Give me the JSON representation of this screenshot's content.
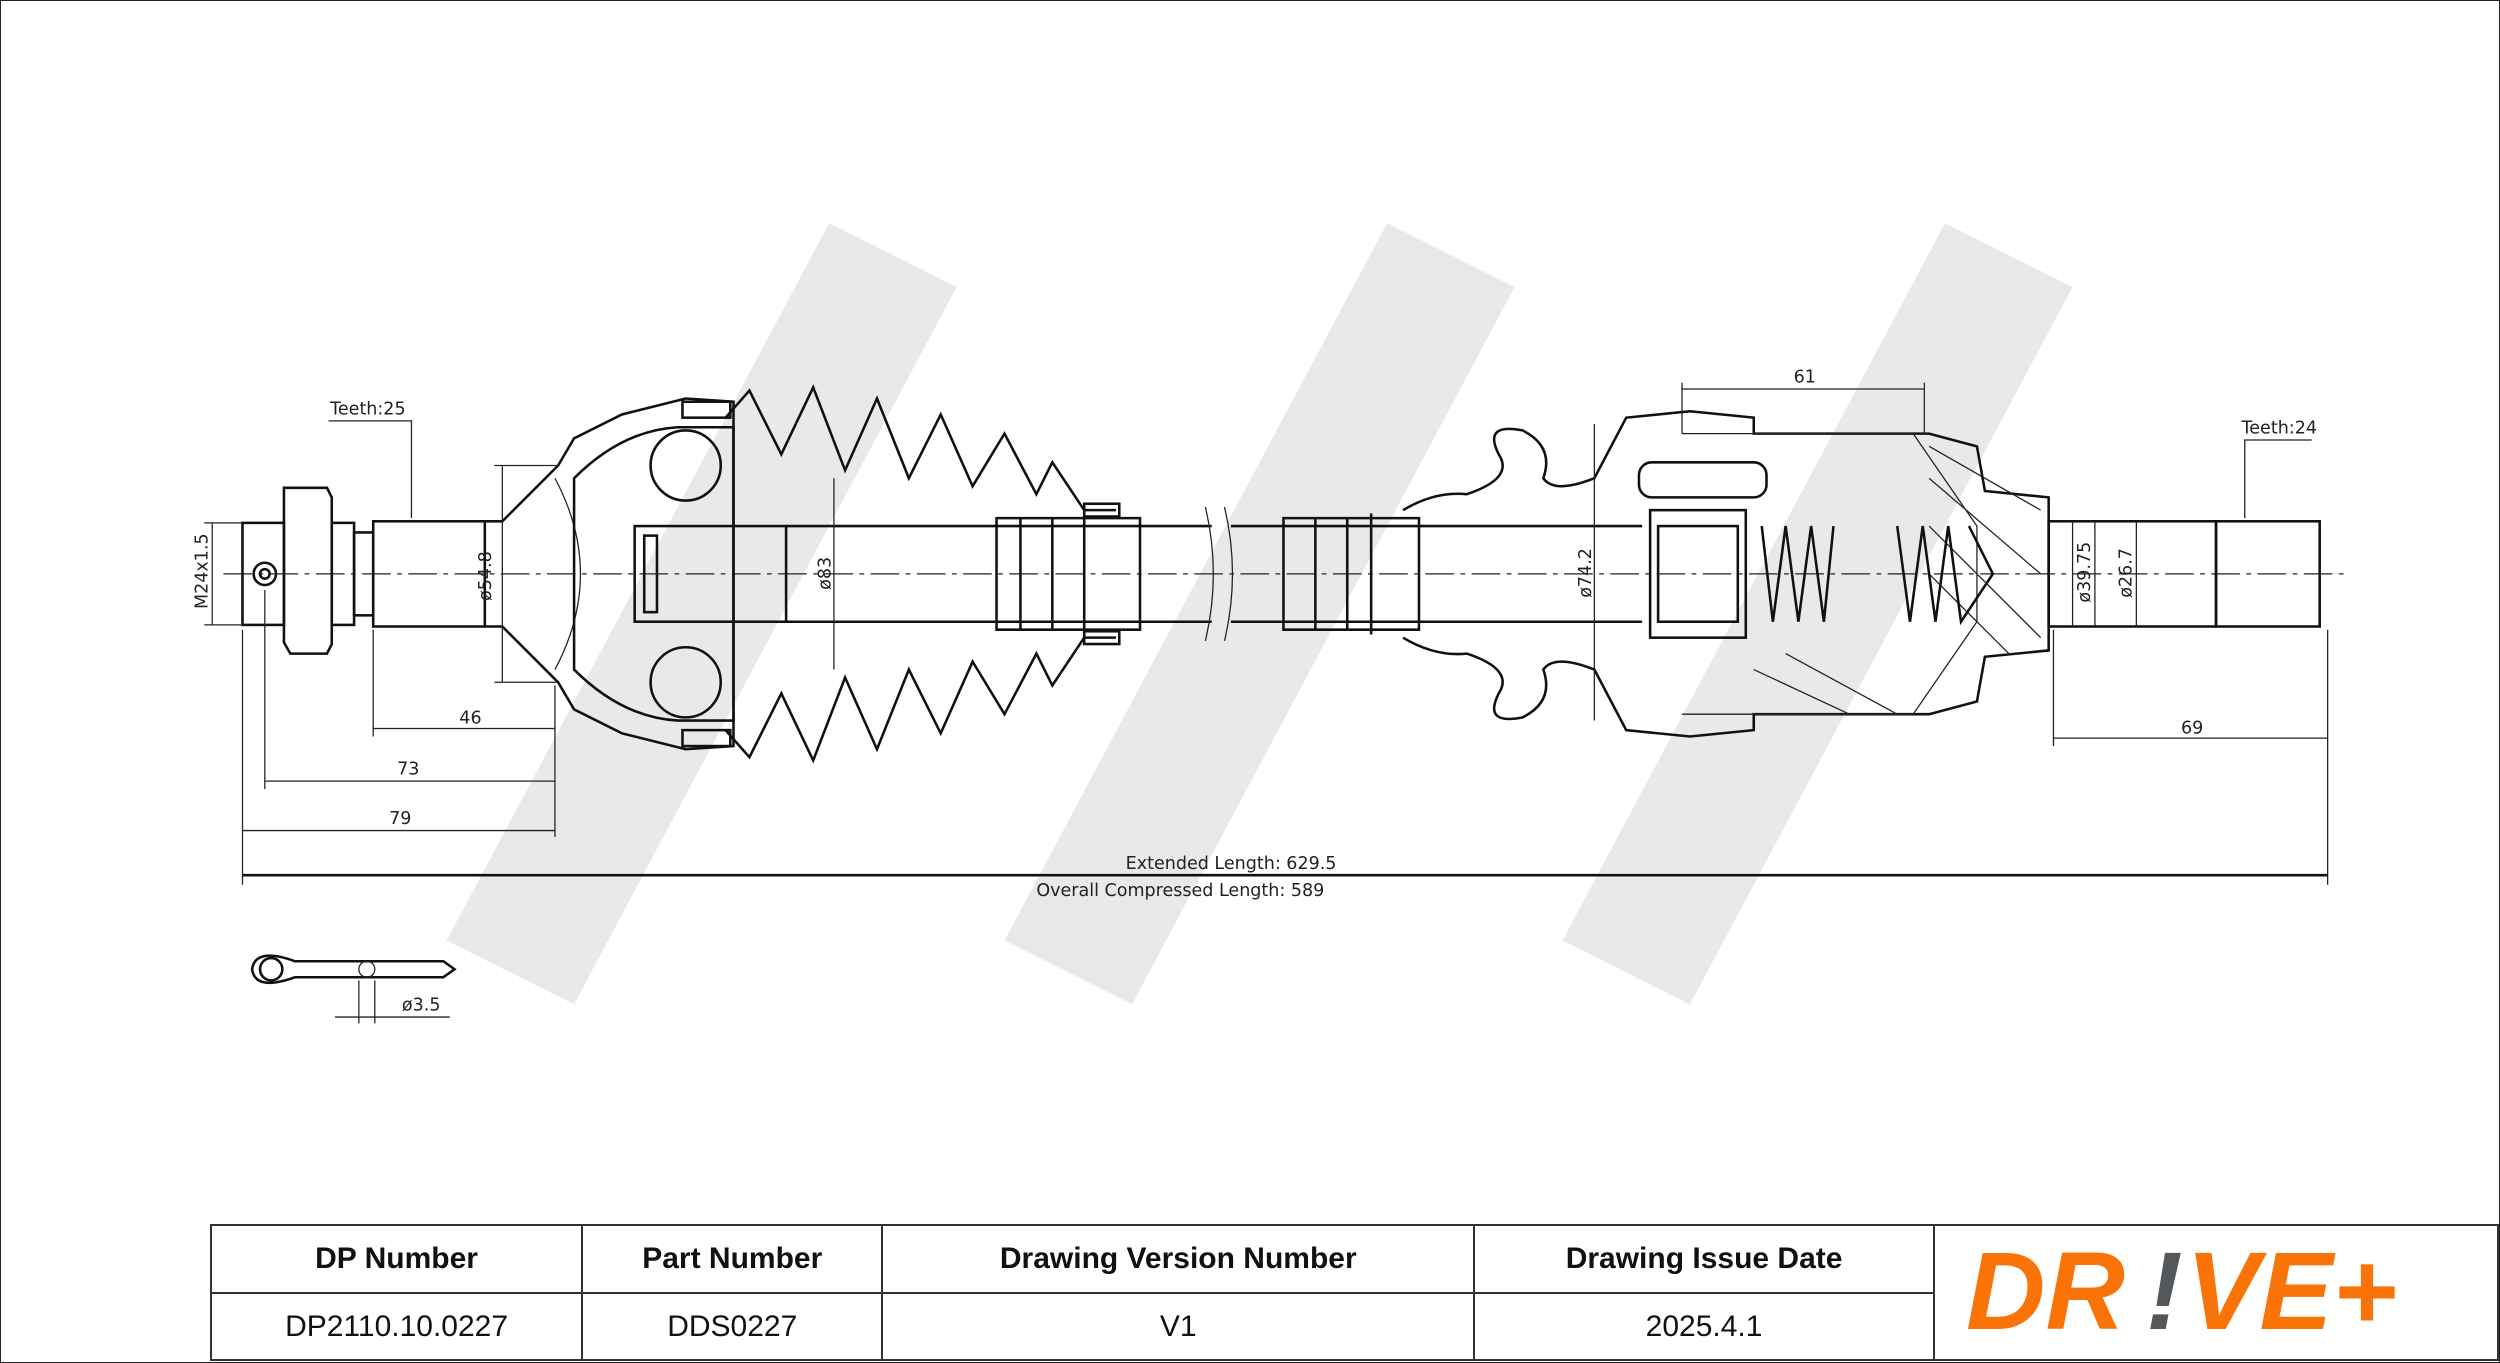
{
  "drawing": {
    "left_teeth": "Teeth:25",
    "thread": "M24x1.5",
    "dia_left_shaft": "ø54.8",
    "dia_boot": "ø83",
    "dim_46": "46",
    "dim_73": "73",
    "dim_79": "79",
    "extended_length": "Extended  Length: 629.5",
    "compressed_length": "Overall  Compressed  Length: 589",
    "pin_dia": "ø3.5",
    "dim_61": "61",
    "dia_tripod": "ø74.2",
    "dia_right_shaft": "ø39.75",
    "dia_right_spline": "ø26.7",
    "right_teeth": "Teeth:24",
    "dim_69": "69"
  },
  "title_block": {
    "headers": [
      "DP Number",
      "Part Number",
      "Drawing Version Number",
      "Drawing Issue Date"
    ],
    "values": [
      "DP2110.10.0227",
      "DDS0227",
      "V1",
      "2025.4.1"
    ],
    "logo_text": "DR!VE+",
    "logo_color": "#f97306",
    "logo_accent": "#55585b"
  }
}
